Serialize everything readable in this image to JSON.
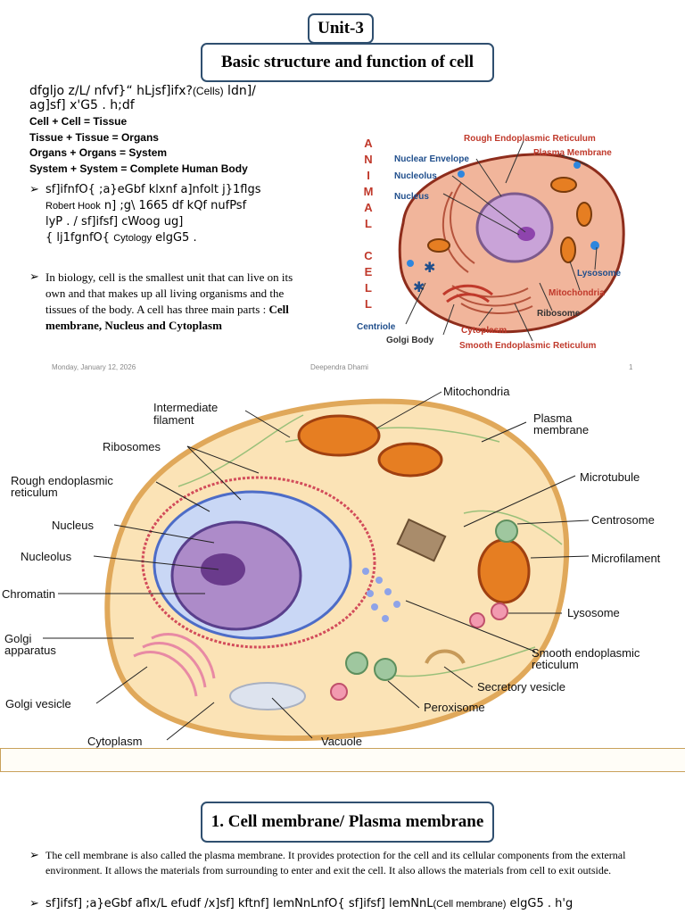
{
  "header": {
    "unit": "Unit-3",
    "title": "Basic structure and function of cell"
  },
  "intro": {
    "ne1_a": "dfgljo z/L/ nfvf}“ hLjsf]ifx?",
    "ne1_en": "(Cells)",
    "ne1_b": " ldn]/",
    "ne2": "ag]sf] x'G5 . h;df"
  },
  "equations": [
    "Cell + Cell =  Tissue",
    "Tissue + Tissue = Organs",
    "Organs + Organs = System",
    "System + System = Complete Human Body"
  ],
  "bullet1": {
    "line1": "sf]ifnfO{ ;a}eGbf klxnf a]nfolt j}1flgs",
    "line2_en": "Robert Hook",
    "line2_ne": " n] ;g\\ 1665 df kQf nufPsf",
    "line3": "lyP . / sf]ifsf] cWoog ug]",
    "line4_a": "{ lj1fgnfO{ ",
    "line4_en": "Cytology",
    "line4_b": " elgG5 ."
  },
  "bullet2": {
    "text": "In biology, cell is the smallest unit that can live on its own and that makes up all living organisms and the tissues of the body. A cell has three main parts : ",
    "bold": "Cell membrane, Nucleus and Cytoplasm"
  },
  "footer": {
    "date": "Monday, January 12, 2026",
    "author": "Deependra Dhami",
    "page": "1"
  },
  "diagram1": {
    "vertical_title": [
      "A",
      "N",
      "I",
      "M",
      "A",
      "L",
      "",
      "C",
      "E",
      "L",
      "L"
    ],
    "labels": {
      "rough_er": "Rough Endoplasmic Reticulum",
      "plasma": "Plasma Membrane",
      "nuclear_envelope": "Nuclear Envelope",
      "nucleolus": "Nucleolus",
      "nucleus": "Nucleus",
      "lysosome": "Lysosome",
      "mitochondria": "Mitochondria",
      "ribosome": "Ribosome",
      "centriole": "Centriole",
      "cytoplasm": "Cytoplasm",
      "golgi": "Golgi Body",
      "smooth_er": "Smooth Endoplasmic Reticulum"
    }
  },
  "diagram2": {
    "labels": {
      "intermediate1": "Intermediate",
      "intermediate2": "filament",
      "ribosomes": "Ribosomes",
      "rough1": "Rough endoplasmic",
      "rough2": "reticulum",
      "nucleus": "Nucleus",
      "nucleolus": "Nucleolus",
      "chromatin": "Chromatin",
      "golgi1": "Golgi",
      "golgi2": "apparatus",
      "golgi_vesicle": "Golgi vesicle",
      "cytoplasm": "Cytoplasm",
      "vacuole": "Vacuole",
      "mitochondria": "Mitochondria",
      "plasma1": "Plasma",
      "plasma2": "membrane",
      "microtubule": "Microtubule",
      "centrosome": "Centrosome",
      "microfilament": "Microfilament",
      "lysosome": "Lysosome",
      "smooth1": "Smooth endoplasmic",
      "smooth2": "reticulum",
      "secretory": "Secretory vesicle",
      "peroxisome": "Peroxisome"
    }
  },
  "section": {
    "title": "1. Cell membrane/ Plasma membrane"
  },
  "bullet3": {
    "text": "The cell membrane is also called the plasma membrane. It provides protection for the cell and its cellular components from the external environment. It allows the materials from surrounding to enter and exit the cell. It also allows the materials from cell to exit outside."
  },
  "bullet4": {
    "ne_a": "sf]ifsf] ;a}eGbf aflx/L efudf /x]sf] kftnf] lemNnLnfO{ sf]ifsf] lemNnL",
    "en": "(Cell membrane)",
    "ne_b": " elgG5 . h'g"
  },
  "bullet_symbol": "➢",
  "colors": {
    "box_border": "#2f4f6f",
    "cell_fill": "#f1b59b",
    "nucleus_fill": "#c9a3d8",
    "label_red": "#c0392b",
    "label_blue": "#1f4e8c",
    "footer_gray": "#8a8a8a"
  }
}
